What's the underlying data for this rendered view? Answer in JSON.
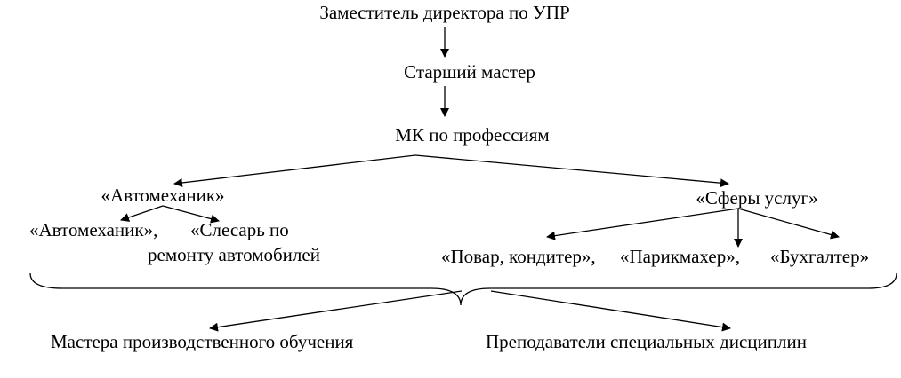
{
  "nodes": {
    "deputy": "Заместитель директора по УПР",
    "senior_master": "Старший мастер",
    "mk": "МК по профессиям",
    "auto_group": "«Автомеханик»",
    "service_group": "«Сферы услуг»",
    "auto_mechanic": "«Автомеханик»,",
    "repair_line1": "«Слесарь по",
    "repair_line2": "ремонту автомобилей",
    "cook": "«Повар, кондитер»,",
    "hairdresser": "«Парикмахер»,",
    "accountant": "«Бухгалтер»",
    "masters": "Мастера производственного обучения",
    "teachers": "Преподаватели специальных  дисциплин"
  },
  "colors": {
    "line": "#000000",
    "text": "#000000",
    "background": "#ffffff"
  }
}
